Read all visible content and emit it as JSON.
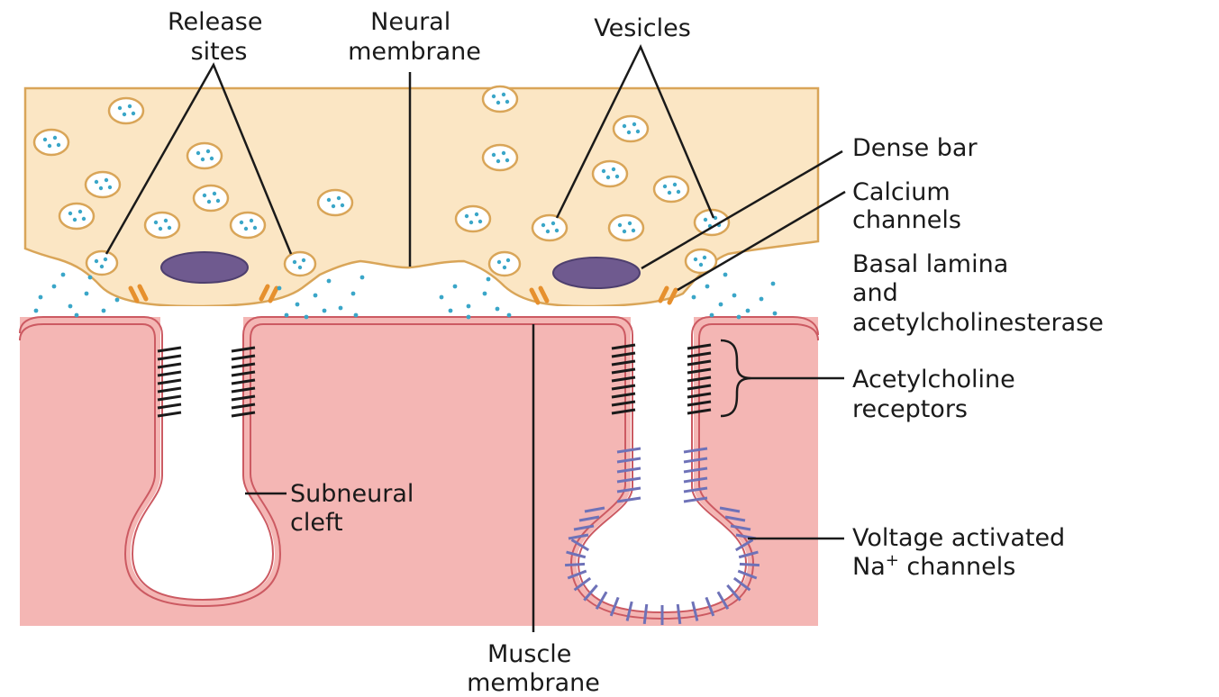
{
  "labels": {
    "release_sites": [
      "Release",
      "sites"
    ],
    "neural_membrane": [
      "Neural",
      "membrane"
    ],
    "vesicles": "Vesicles",
    "dense_bar": "Dense bar",
    "calcium_channels": [
      "Calcium",
      "channels"
    ],
    "basal_lamina": [
      "Basal lamina",
      "and",
      "acetylcholinesterase"
    ],
    "ach_receptors": [
      "Acetylcholine",
      "receptors"
    ],
    "subneural_cleft": [
      "Subneural",
      "cleft"
    ],
    "na_channels_line1": "Voltage activated",
    "na_channels_line2_prefix": "Na",
    "na_channels_line2_sup": "+",
    "na_channels_line2_suffix": " channels",
    "muscle_membrane": [
      "Muscle",
      "membrane"
    ]
  },
  "colors": {
    "nerve_terminal": "#fbe6c4",
    "nerve_outline": "#d9a558",
    "vesicle_fill": "#ffffff",
    "vesicle_outline": "#d9a558",
    "ach_dot": "#3aa6c8",
    "dense_bar": "#6f5a8f",
    "calcium_channel": "#e6902e",
    "muscle": "#f4b6b4",
    "muscle_membrane": "#cc5a62",
    "ach_receptor": "#1a1a1a",
    "na_channel": "#6e72b8",
    "leader_line": "#1a1a1a"
  }
}
